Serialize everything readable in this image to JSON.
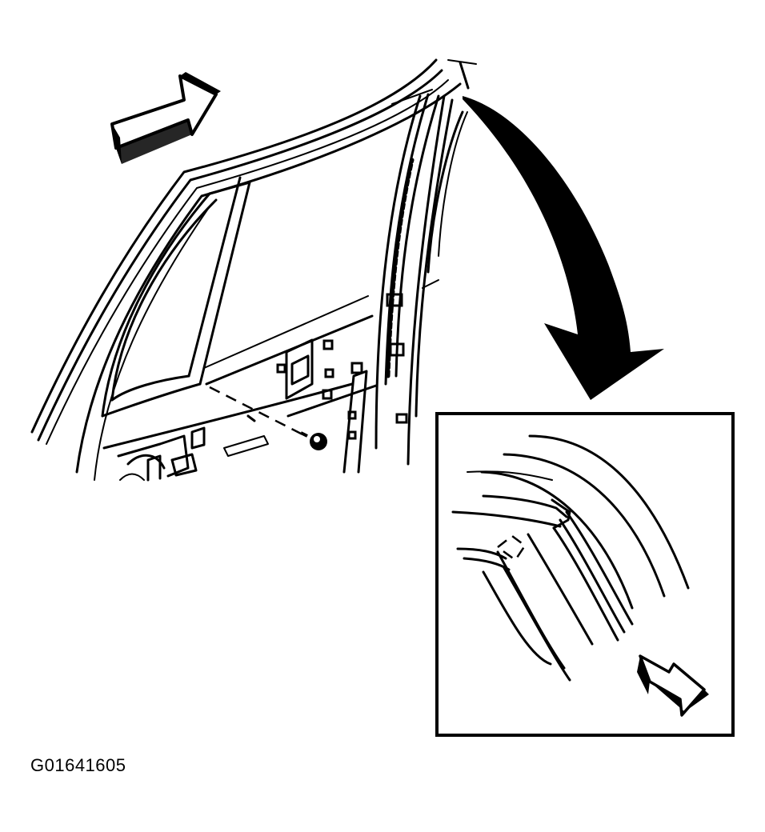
{
  "figure": {
    "id_label": "G01641605"
  },
  "colors": {
    "ink": "#000000",
    "paper": "#ffffff"
  },
  "icons": {
    "direction_arrow_main": "outline-arrow-right-up",
    "callout_arrow": "curved-solid-arrow-down",
    "direction_arrow_detail": "outline-arrow-down-right",
    "fastener": "screw-icon"
  }
}
